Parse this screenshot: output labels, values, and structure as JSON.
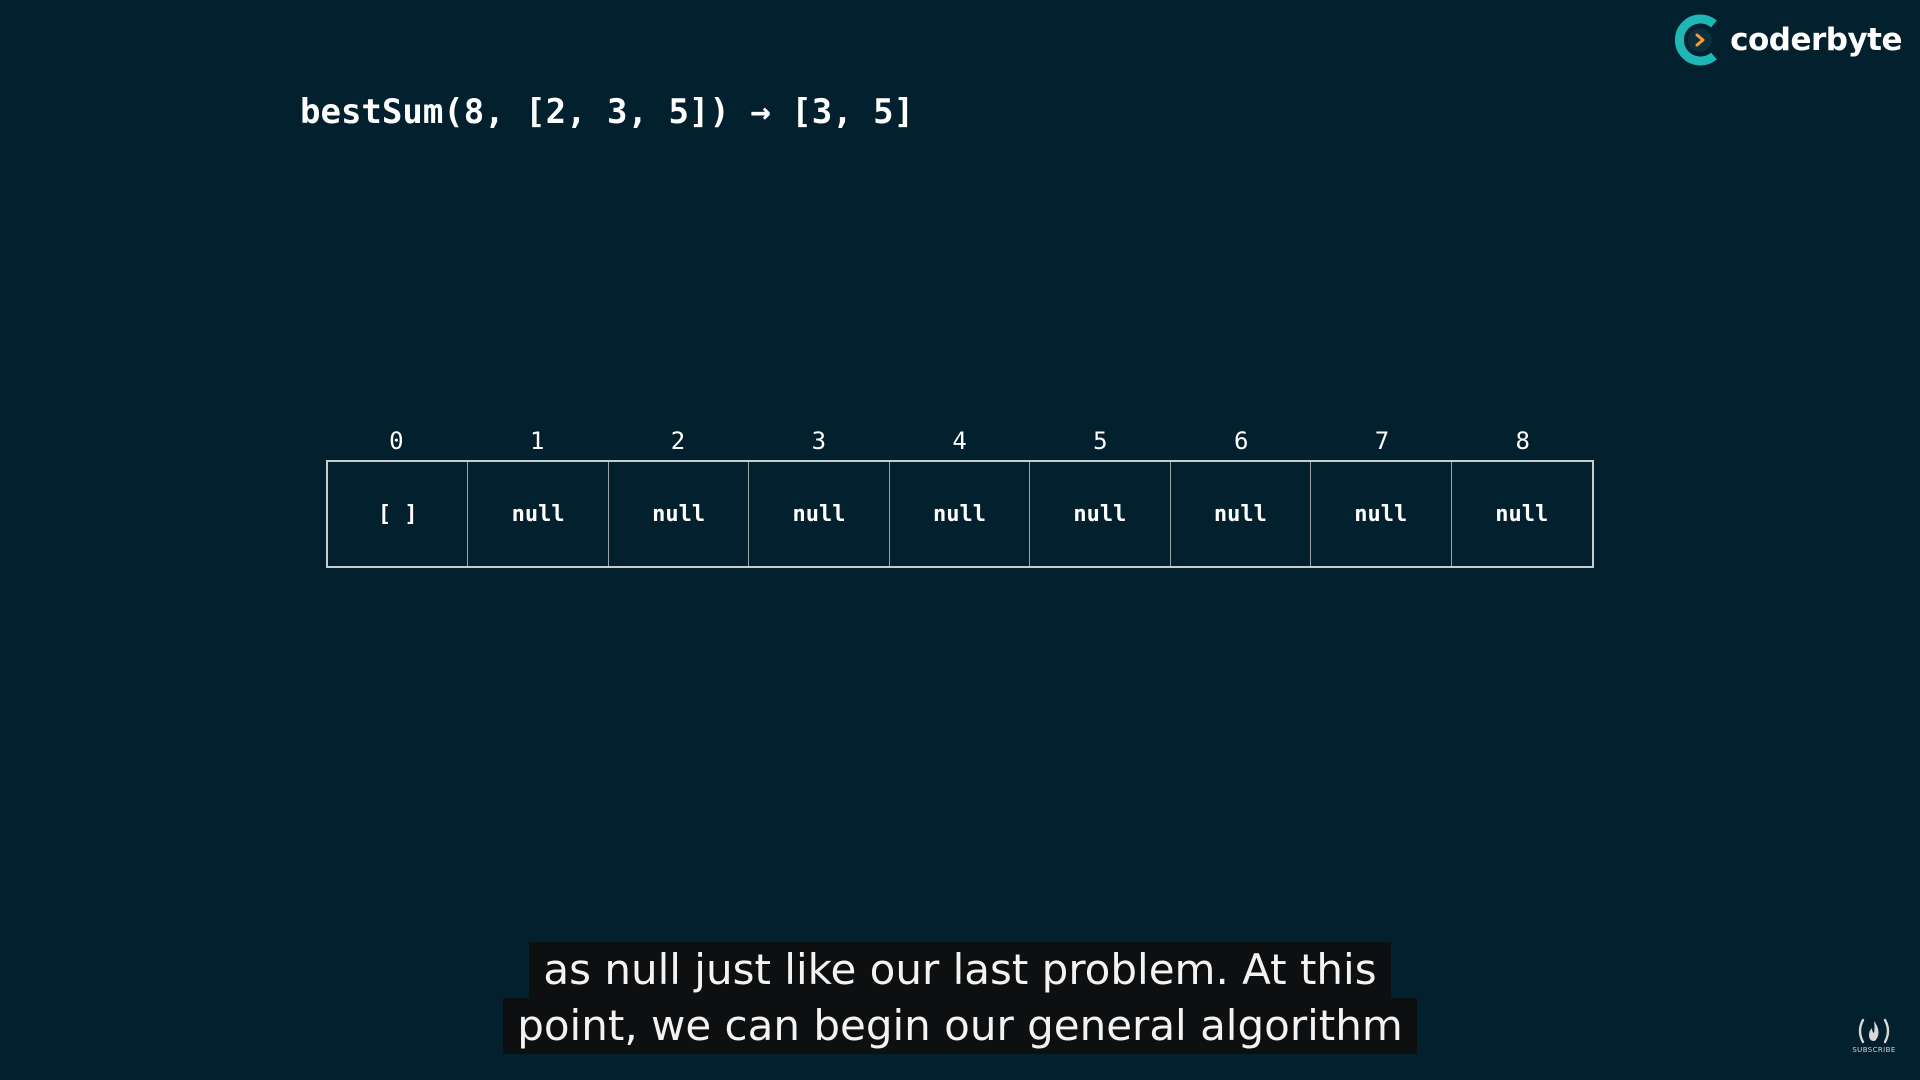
{
  "title": "bestSum(8, [2, 3, 5]) → [3, 5]",
  "logo": {
    "brand_text": "coderbyte",
    "icon_name": "coderbyte-logo-icon",
    "colors": [
      "#1fb6b6",
      "#f29d38"
    ]
  },
  "table": {
    "indices": [
      "0",
      "1",
      "2",
      "3",
      "4",
      "5",
      "6",
      "7",
      "8"
    ],
    "values": [
      "[ ]",
      "null",
      "null",
      "null",
      "null",
      "null",
      "null",
      "null",
      "null"
    ]
  },
  "caption": {
    "line1": "as null just like our last problem. At this",
    "line2": "point, we can begin our general algorithm"
  },
  "subscribe_badge": {
    "icon_name": "freecodecamp-flame-icon",
    "label": "SUBSCRIBE"
  },
  "colors": {
    "background": "#03202e",
    "text": "#ffffff",
    "caption_bg": "#0d0f10"
  }
}
